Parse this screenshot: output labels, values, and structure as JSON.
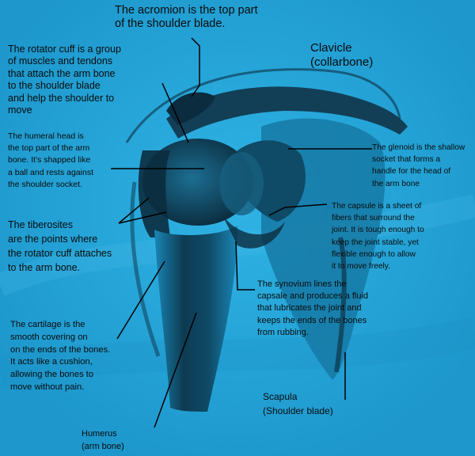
{
  "colors": {
    "background": "#22a2d6",
    "bone_dark": "#0b2c3e",
    "bone_mid": "#16607f",
    "line": "#000000"
  },
  "labels": {
    "acromion": "The acromion is the top part\nof the shoulder blade.",
    "clavicle": "Clavicle\n(collarbone)",
    "rotator_cuff": "The rotator cuff is a group\nof muscles and tendons\nthat attach the arm bone\nto the shoulder blade\nand help the shoulder to\nmove",
    "humeral_head": "The humeral head is\nthe top part of the arm\nbone. It's shapped like\na ball and rests against\nthe shoulder socket.",
    "glenoid": "The glenoid is the shallow\nsocket that forms a\nhandle for the head of\nthe arm bone",
    "capsule": "The capsule is a sheet of\nfibers that surround the\njoint. It is tough enough to\nkeep the joint stable, yet\nflexible enough to allow\nit to move freely.",
    "tiberosites": "The tiberosites\nare the points where\nthe rotator cuff attaches\nto the arm bone.",
    "synovium": "The synovium lines the\ncapsale and produces a fluid\nthat lubricates the joint and\nkeeps the ends of the bones\nfrom rubbing.",
    "cartilage": "The cartilage is the\nsmooth covering on\non the ends of the bones.\nIt acts like a cushion,\nallowing the bones to\nmove without pain.",
    "scapula": "Scapula\n(Shoulder blade)",
    "humerus": "Humerus\n(arm bone)"
  }
}
